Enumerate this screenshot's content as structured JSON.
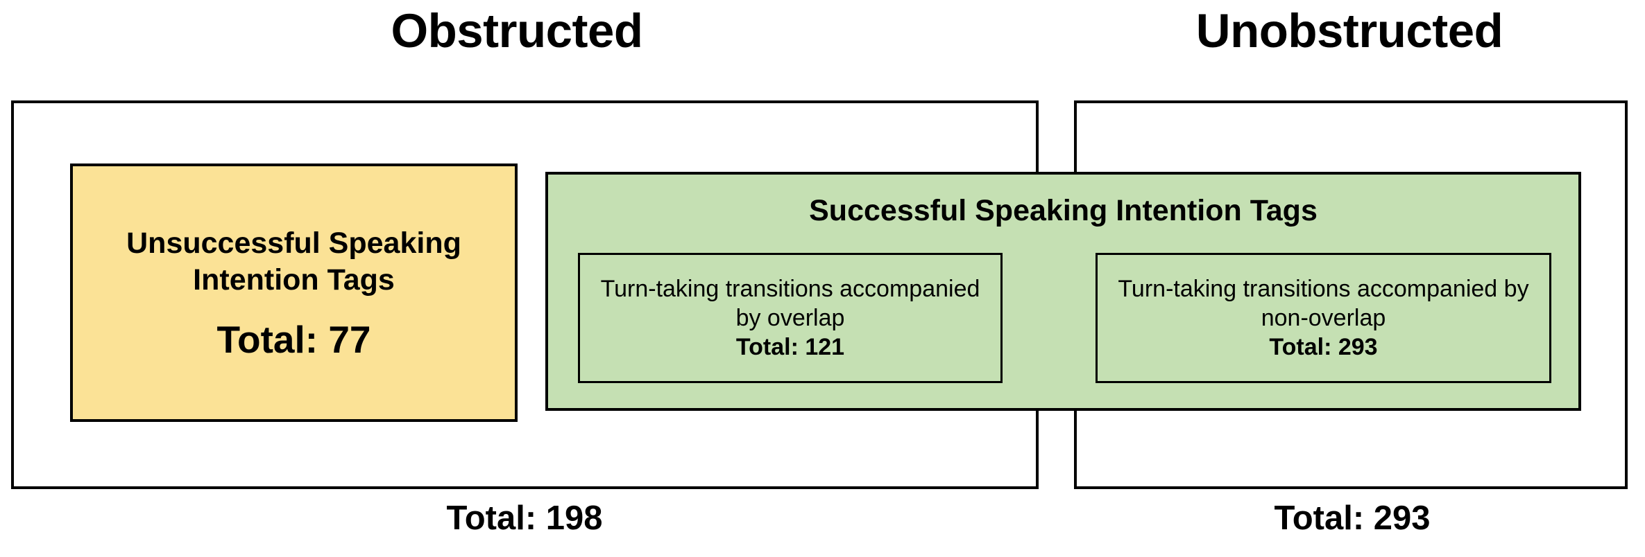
{
  "figure": {
    "columns": [
      {
        "key": "obstructed",
        "title": "Obstructed",
        "bottom_total": "Total: 198"
      },
      {
        "key": "unobstructed",
        "title": "Unobstructed",
        "bottom_total": "Total: 293"
      }
    ],
    "categories": {
      "unsuccessful": {
        "label": "Unsuccessful Speaking Intention Tags",
        "total": "Total: 77",
        "fill_color": "#FBE296",
        "border_color": "#000000"
      },
      "successful": {
        "label": "Successful Speaking Intention Tags",
        "fill_color": "#C5E0B3",
        "border_color": "#000000",
        "subitems": [
          {
            "key": "overlap",
            "description": "Turn-taking transitions accompanied by overlap",
            "total": "Total: 121"
          },
          {
            "key": "non-overlap",
            "description": "Turn-taking transitions accompanied by non-overlap",
            "total": "Total: 293"
          }
        ]
      }
    }
  },
  "chart_data": {
    "type": "table",
    "title": "Speaking Intention Tags by condition",
    "categories": [
      "Obstructed",
      "Unobstructed"
    ],
    "series": [
      {
        "name": "Unsuccessful Speaking Intention Tags",
        "values": [
          77,
          0
        ]
      },
      {
        "name": "Successful Speaking Intention Tags — turn-taking transitions accompanied by overlap",
        "values": [
          121,
          0
        ]
      },
      {
        "name": "Successful Speaking Intention Tags — turn-taking transitions accompanied by non-overlap",
        "values": [
          0,
          293
        ]
      }
    ],
    "column_totals": [
      198,
      293
    ],
    "legend": [
      "Unsuccessful Speaking Intention Tags",
      "Successful Speaking Intention Tags"
    ],
    "colors": {
      "unsuccessful": "#FBE296",
      "successful": "#C5E0B3",
      "outline": "#000000",
      "text": "#000000",
      "background": "#FFFFFF"
    }
  }
}
